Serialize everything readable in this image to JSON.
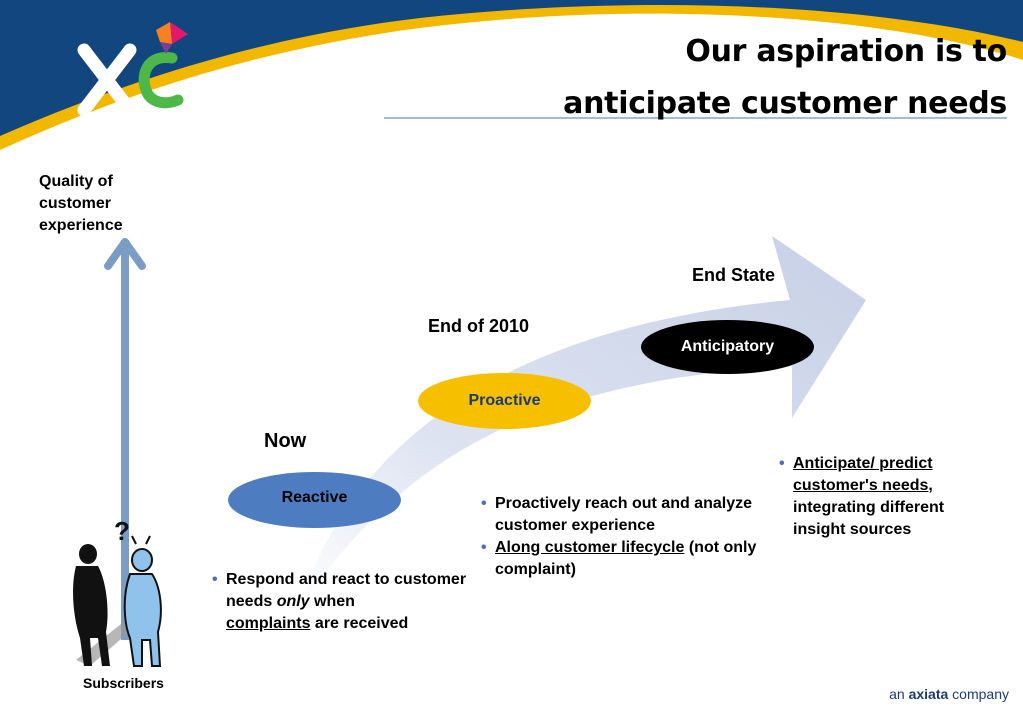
{
  "header": {
    "title_line1": "Our aspiration is to",
    "title_line2": "anticipate customer needs",
    "logo_icon": "xl-logo-icon",
    "colors": {
      "banner_blue": "#12467f",
      "banner_yellow": "#f2b800",
      "title_rule": "#7fa7cf"
    }
  },
  "diagram": {
    "axis_label": "Quality of customer experience",
    "axis_icon": "up-arrow-icon",
    "subscribers_label": "Subscribers",
    "subscribers_icon": "subscribers-figures-icon",
    "growth_arrow_icon": "curved-growth-arrow-icon",
    "stages": [
      {
        "time_label": "Now",
        "state_label": "Reactive",
        "color": "#4d7cc0"
      },
      {
        "time_label": "End of 2010",
        "state_label": "Proactive",
        "color": "#f6c000"
      },
      {
        "time_label": "End State",
        "state_label": "Anticipatory",
        "color": "#000000"
      }
    ],
    "reactive_bullet": {
      "text1": "Respond and react to customer needs ",
      "text_italic": "only",
      "text2": " when ",
      "text_underlined": "complaints",
      "text3": " are received"
    },
    "proactive_bullets": [
      {
        "plain": "Proactively reach out and analyze customer experience"
      },
      {
        "underlined": "Along customer lifecycle",
        "rest": " (not only complaint)"
      }
    ],
    "anticipatory_bullet": {
      "underlined": "Anticipate/ predict customer's needs",
      "rest": ", integrating different insight sources"
    }
  },
  "footer": {
    "prefix": "an ",
    "brand": "axiata",
    "suffix": " company"
  }
}
